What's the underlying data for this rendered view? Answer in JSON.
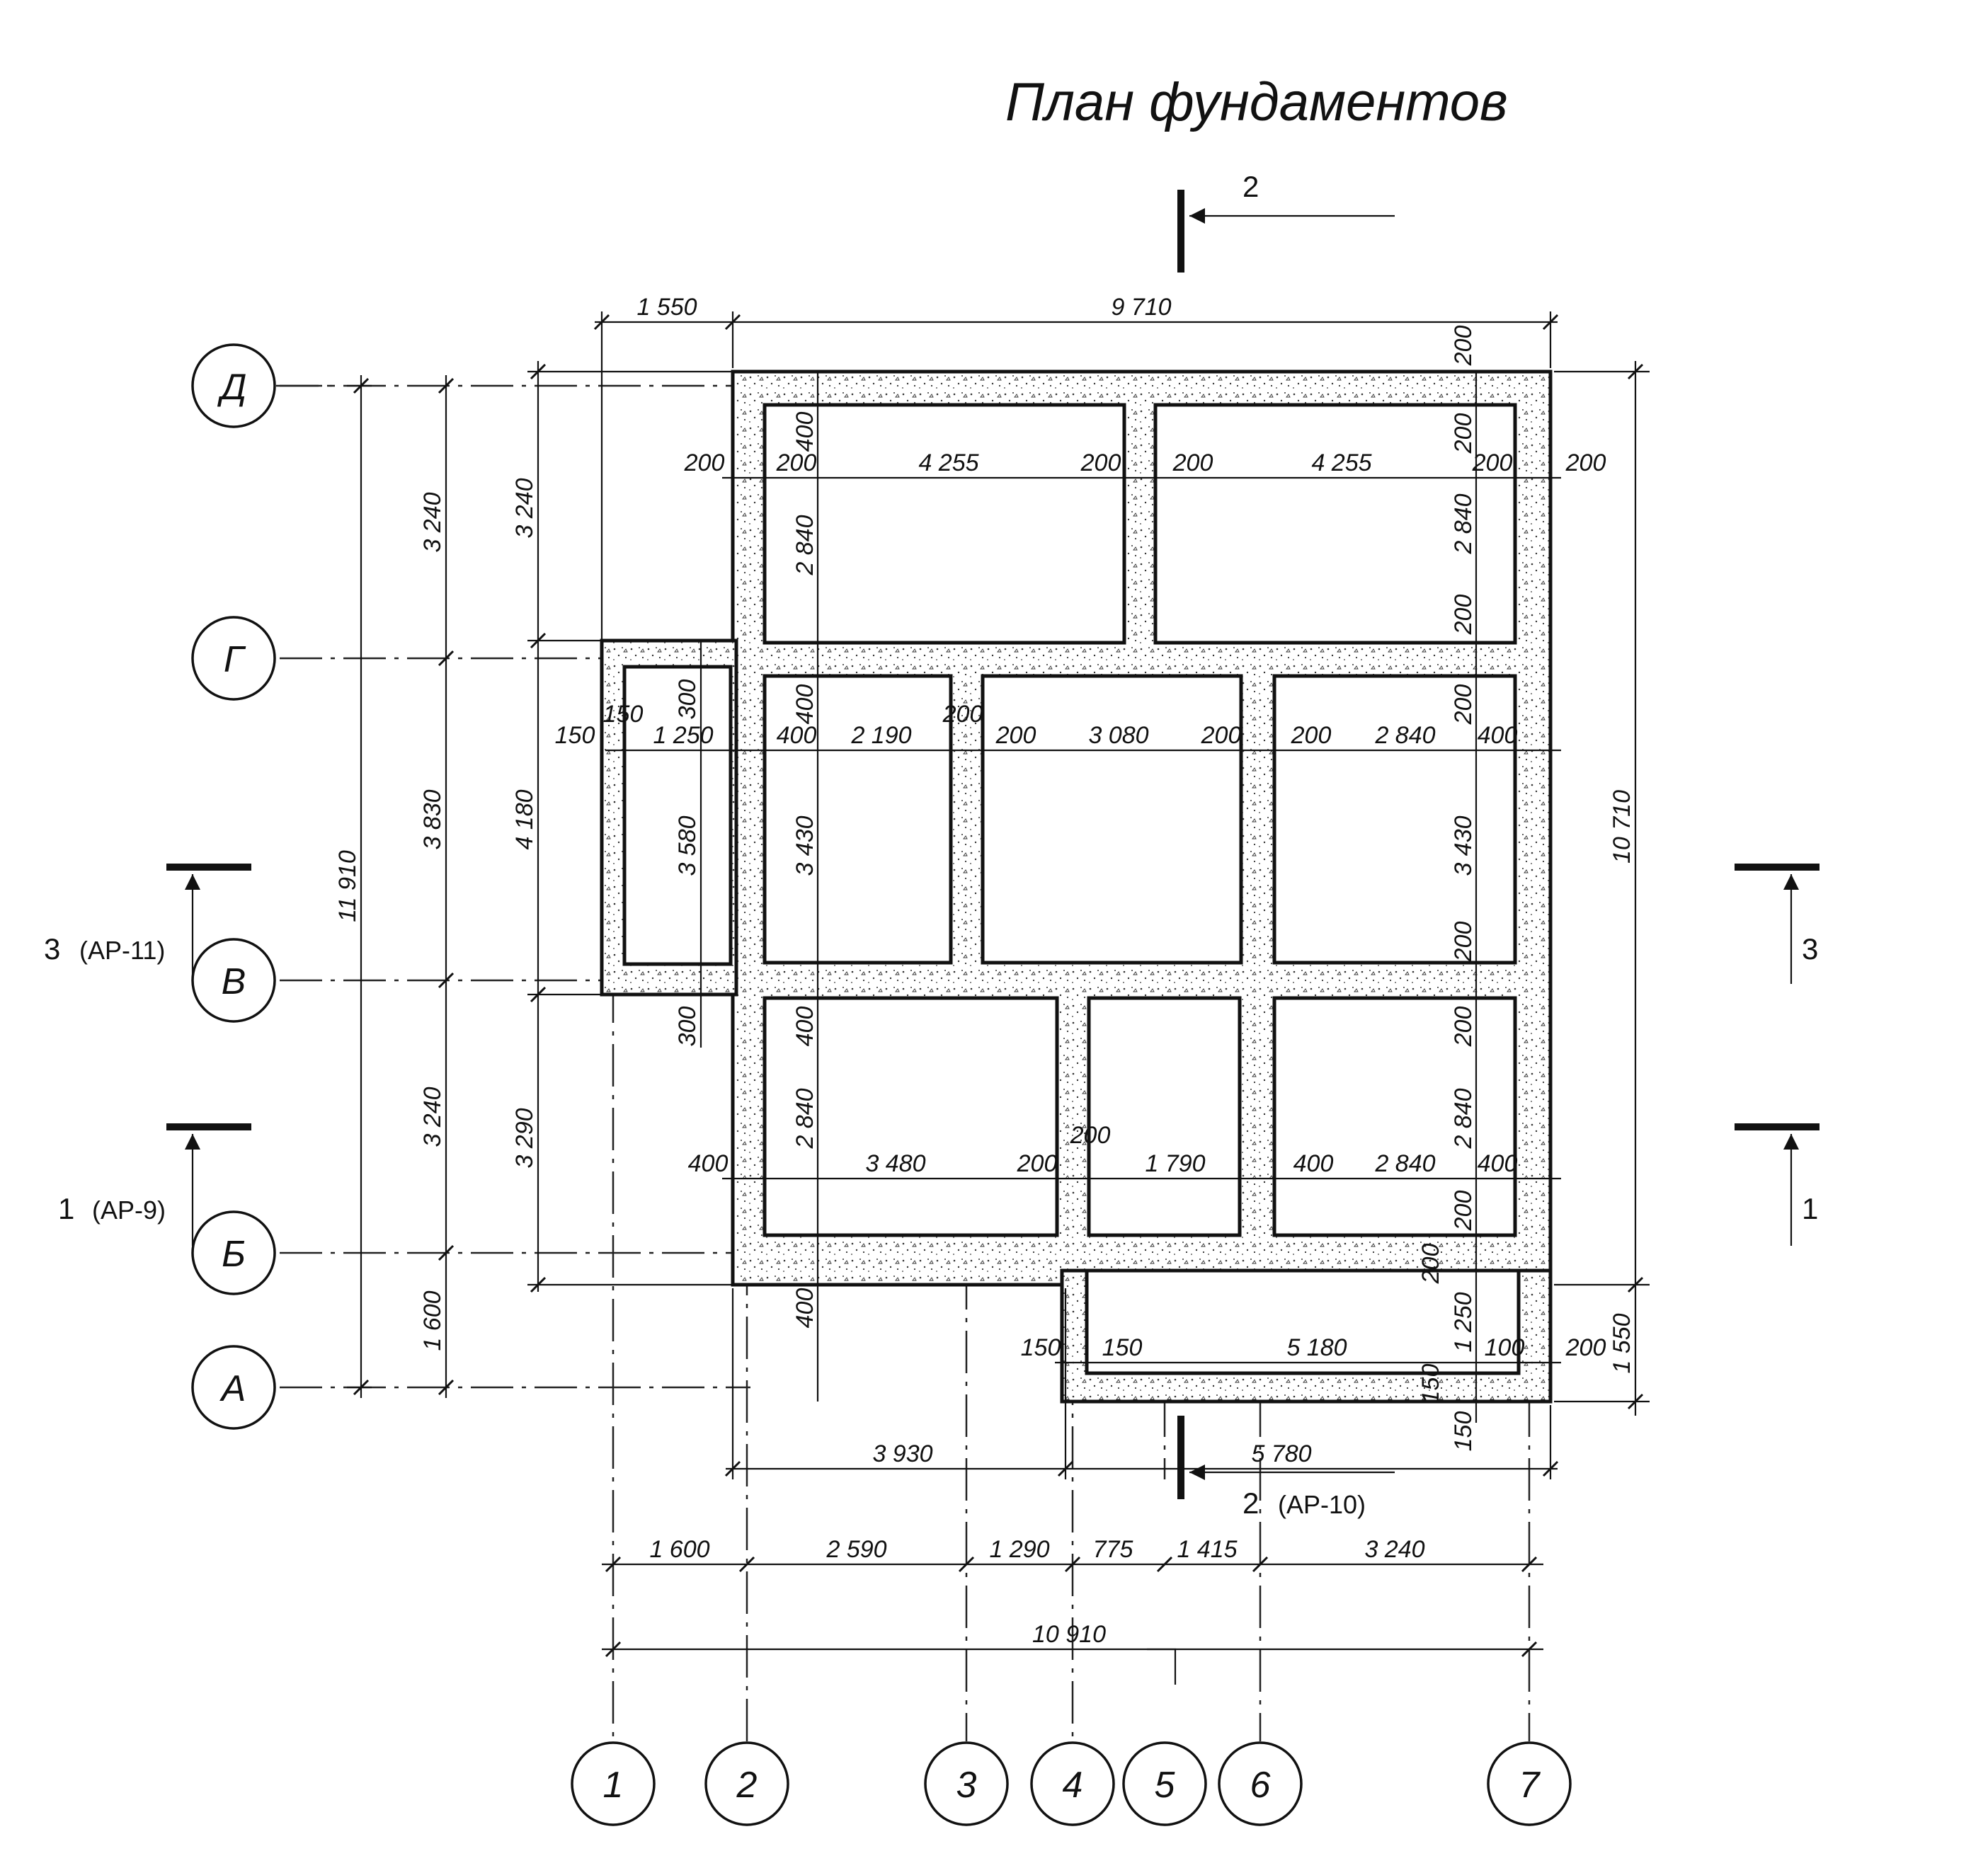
{
  "title": "План фундаментов",
  "axes_letters": [
    "Д",
    "Г",
    "В",
    "Б",
    "А"
  ],
  "axes_numbers": [
    "1",
    "2",
    "3",
    "4",
    "5",
    "6",
    "7"
  ],
  "sections": {
    "s1": {
      "num": "1",
      "ref": "(АР-9)"
    },
    "s2": {
      "num": "2",
      "ref": "(АР-10)"
    },
    "s3": {
      "num": "3",
      "ref": "(АР-11)"
    }
  },
  "dims": {
    "top_1550": "1 550",
    "top_9710": "9 710",
    "left_3240a": "3 240",
    "left_3830": "3 830",
    "left_3240b": "3 240",
    "left_1600": "1 600",
    "left_11910": "11 910",
    "left2_3240": "3 240",
    "left2_4180": "4 180",
    "left2_3290": "3 290",
    "right_10710": "10 710",
    "right_1550": "1 550",
    "r1_200a": "200",
    "r1_200b": "200",
    "r1_4255a": "4 255",
    "r1_200c": "200",
    "r1_200d": "200",
    "r1_4255b": "4 255",
    "r1_200e": "200",
    "r1_200f": "200",
    "r2_150a": "150",
    "r2_150b": "150",
    "r2_1250": "1 250",
    "r2_400a": "400",
    "r2_2190": "2 190",
    "r2_200a": "200",
    "r2_200b": "200",
    "r2_3080": "3 080",
    "r2_200c": "200",
    "r2_200d": "200",
    "r2_2840": "2 840",
    "r2_400b": "400",
    "r3_400a": "400",
    "r3_3480": "3 480",
    "r3_200a": "200",
    "r3_200b": "200",
    "r3_1790": "1 790",
    "r3_400b": "400",
    "r3_2840": "2 840",
    "r3_400c": "400",
    "r4_150a": "150",
    "r4_150b": "150",
    "r4_5180": "5 180",
    "r4_100": "100",
    "r4_200": "200",
    "v_400a": "400",
    "v_2840a": "2 840",
    "v_400b": "400",
    "v_3430a": "3 430",
    "v_400c": "400",
    "v_2840b": "2 840",
    "v_400d": "400",
    "v_300a": "300",
    "v_3580": "3 580",
    "v_300b": "300",
    "v_3430b": "3 430",
    "r_200a": "200",
    "r_200b": "200",
    "r_2840a": "2 840",
    "r_200c": "200",
    "r_200d": "200",
    "r_200e": "200",
    "r_200f": "200",
    "r_2840b": "2 840",
    "r_200g": "200",
    "r_200h": "200",
    "r_1250": "1 250",
    "r_150a": "150",
    "r_150b": "150",
    "b_3930": "3 930",
    "b_5780": "5 780",
    "b_1600": "1 600",
    "b_2590": "2 590",
    "b_1290": "1 290",
    "b_775": "775",
    "b_1415": "1 415",
    "b_3240": "3 240",
    "b_10910": "10 910"
  },
  "colors": {
    "line": "#111111",
    "background": "#ffffff"
  }
}
